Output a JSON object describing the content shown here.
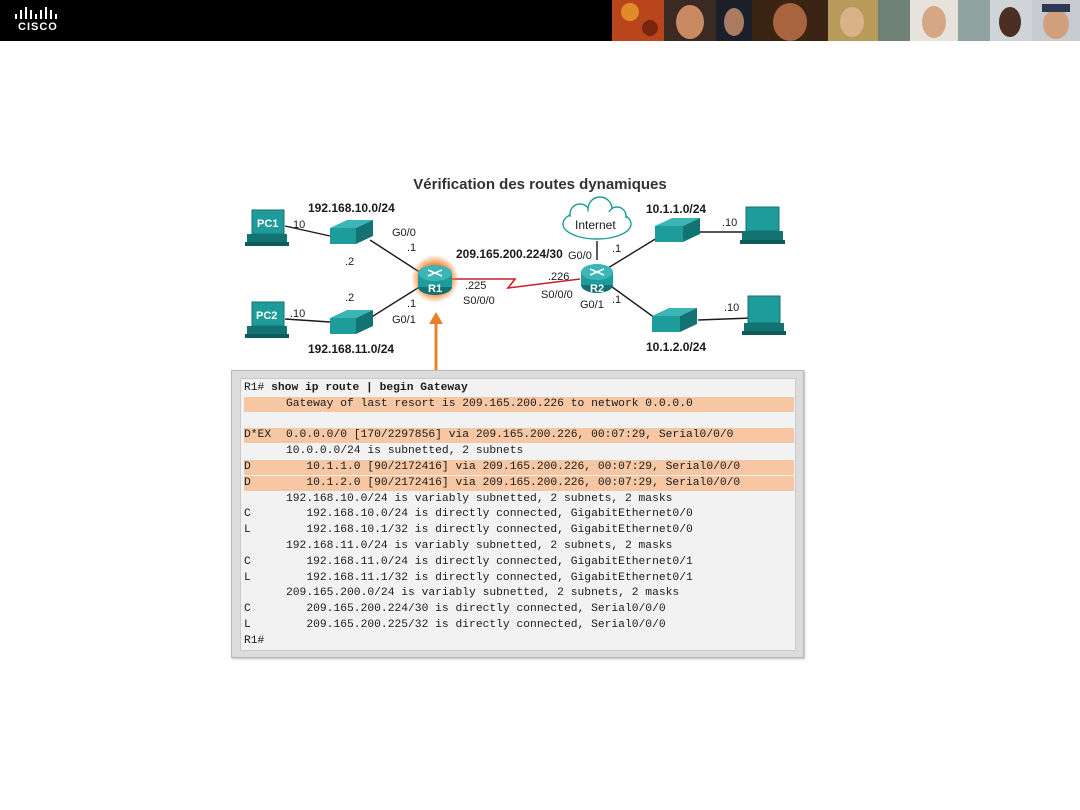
{
  "header": {
    "brand": "CISCO",
    "brand_color": "#ffffff",
    "background": "#000000"
  },
  "diagram": {
    "title": "Vérification des routes dynamiques",
    "pc1_label": "PC1",
    "pc2_label": "PC2",
    "pc1_host": ".10",
    "pc2_host": ".10",
    "net_top_left": "192.168.10.0/24",
    "net_bottom_left": "192.168.11.0/24",
    "switch1_host": ".2",
    "switch2_host": ".2",
    "r1_label": "R1",
    "r1_g00": "G0/0",
    "r1_g00_host": ".1",
    "r1_g01": "G0/1",
    "r1_g01_host": ".1",
    "serial_net": "209.165.200.224/30",
    "r1_serial_host": ".225",
    "r1_serial": "S0/0/0",
    "r2_serial_host": ".226",
    "r2_serial": "S0/0/0",
    "r2_label": "R2",
    "r2_g00": "G0/0",
    "r2_g00_host": ".1",
    "r2_g01": "G0/1",
    "r2_g01_host": ".1",
    "internet_label": "Internet",
    "net_top_right": "10.1.1.0/24",
    "net_bottom_right": "10.1.2.0/24",
    "pc3_host": ".10",
    "pc4_host": ".10",
    "colors": {
      "device": "#1e9b9b",
      "device_dark": "#137272",
      "r1_glow": "#f07a1e",
      "arrow": "#e8822a",
      "serial_link": "#c8202a"
    }
  },
  "terminal": {
    "highlight_color": "#f7c7a3",
    "lines": [
      {
        "prefix": "R1#",
        "text": " show ip route | begin Gateway",
        "bold": true,
        "highlight": false
      },
      {
        "prefix": "",
        "text": "Gateway of last resort is 209.165.200.226 to network 0.0.0.0",
        "bold": false,
        "highlight": true
      },
      {
        "prefix": "",
        "text": "",
        "bold": false,
        "highlight": false
      },
      {
        "prefix": "D*EX",
        "text": "0.0.0.0/0 [170/2297856] via 209.165.200.226, 00:07:29, Serial0/0/0",
        "bold": false,
        "highlight": true
      },
      {
        "prefix": "",
        "text": "10.0.0.0/24 is subnetted, 2 subnets",
        "bold": false,
        "highlight": false
      },
      {
        "prefix": "D",
        "text": "   10.1.1.0 [90/2172416] via 209.165.200.226, 00:07:29, Serial0/0/0",
        "bold": false,
        "highlight": true
      },
      {
        "prefix": "D",
        "text": "   10.1.2.0 [90/2172416] via 209.165.200.226, 00:07:29, Serial0/0/0",
        "bold": false,
        "highlight": true
      },
      {
        "prefix": "",
        "text": "192.168.10.0/24 is variably subnetted, 2 subnets, 2 masks",
        "bold": false,
        "highlight": false
      },
      {
        "prefix": "C",
        "text": "   192.168.10.0/24 is directly connected, GigabitEthernet0/0",
        "bold": false,
        "highlight": false
      },
      {
        "prefix": "L",
        "text": "   192.168.10.1/32 is directly connected, GigabitEthernet0/0",
        "bold": false,
        "highlight": false
      },
      {
        "prefix": "",
        "text": "192.168.11.0/24 is variably subnetted, 2 subnets, 2 masks",
        "bold": false,
        "highlight": false
      },
      {
        "prefix": "C",
        "text": "   192.168.11.0/24 is directly connected, GigabitEthernet0/1",
        "bold": false,
        "highlight": false
      },
      {
        "prefix": "L",
        "text": "   192.168.11.1/32 is directly connected, GigabitEthernet0/1",
        "bold": false,
        "highlight": false
      },
      {
        "prefix": "",
        "text": "209.165.200.0/24 is variably subnetted, 2 subnets, 2 masks",
        "bold": false,
        "highlight": false
      },
      {
        "prefix": "C",
        "text": "   209.165.200.224/30 is directly connected, Serial0/0/0",
        "bold": false,
        "highlight": false
      },
      {
        "prefix": "L",
        "text": "   209.165.200.225/32 is directly connected, Serial0/0/0",
        "bold": false,
        "highlight": false
      },
      {
        "prefix": "R1#",
        "text": "",
        "bold": false,
        "highlight": false
      }
    ]
  }
}
